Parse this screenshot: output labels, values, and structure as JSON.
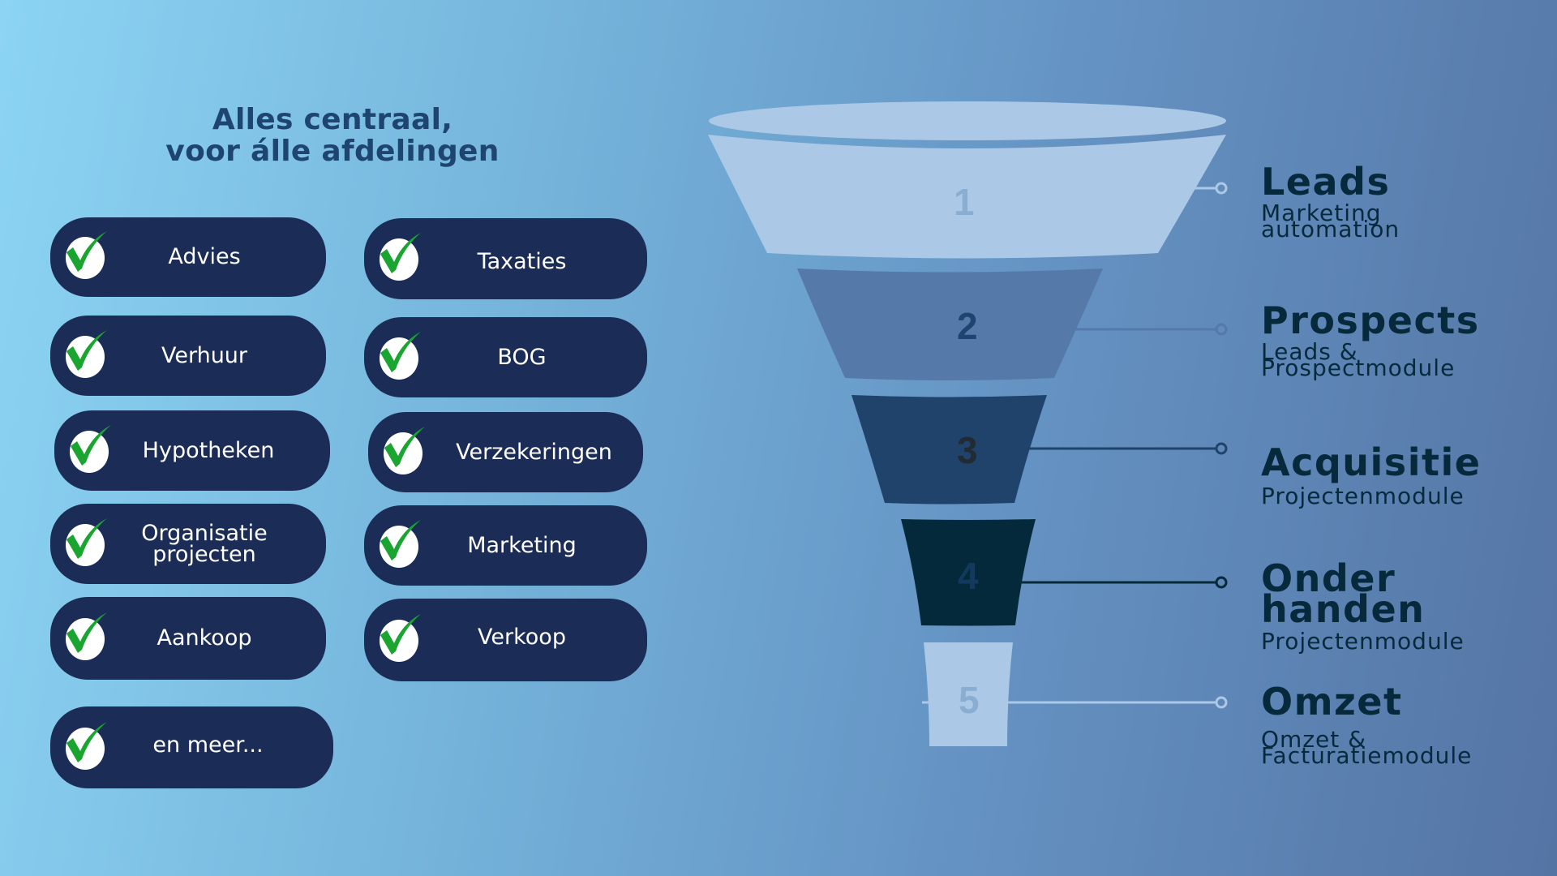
{
  "heading": {
    "line1": "Alles centraal,",
    "line2": "voor álle afdelingen"
  },
  "departments": [
    {
      "label": "Advies",
      "icon": "check-icon"
    },
    {
      "label": "Taxaties",
      "icon": "check-icon"
    },
    {
      "label": "Verhuur",
      "icon": "check-icon"
    },
    {
      "label": "BOG",
      "icon": "check-icon"
    },
    {
      "label": "Hypotheken",
      "icon": "check-icon"
    },
    {
      "label": "Verzekeringen",
      "icon": "check-icon"
    },
    {
      "label": "Organisatie",
      "label2": "projecten",
      "icon": "check-icon"
    },
    {
      "label": "Marketing",
      "icon": "check-icon"
    },
    {
      "label": "Aankoop",
      "icon": "check-icon"
    },
    {
      "label": "Verkoop",
      "icon": "check-icon"
    },
    {
      "label": "en meer...",
      "icon": "check-icon"
    }
  ],
  "funnel": {
    "stages": [
      {
        "number": "1",
        "title": "Leads",
        "subtitle": "Marketing",
        "subtitle2": "automation",
        "color": "#abc9e6",
        "number_color": "#8aaed2"
      },
      {
        "number": "2",
        "title": "Prospects",
        "subtitle": "Leads &",
        "subtitle2": "Prospectmodule",
        "color": "#557aaa",
        "number_color": "#1f4470"
      },
      {
        "number": "3",
        "title": "Acquisitie",
        "subtitle": "Projectenmodule",
        "color": "#1f436b",
        "number_color": "#222a33"
      },
      {
        "number": "4",
        "title": "Onder",
        "title2": "handen",
        "subtitle": "Projectenmodule",
        "color": "#04293b",
        "number_color": "#133a5c"
      },
      {
        "number": "5",
        "title": "Omzet",
        "subtitle": "Omzet &",
        "subtitle2": "Facturatiemodule",
        "color": "#abc9e6",
        "number_color": "#8aaed2"
      }
    ]
  },
  "colors": {
    "pill_bg": "#1b2d57",
    "check_green": "#19a530",
    "heading": "#1e4470",
    "label_text": "#062a3c"
  }
}
